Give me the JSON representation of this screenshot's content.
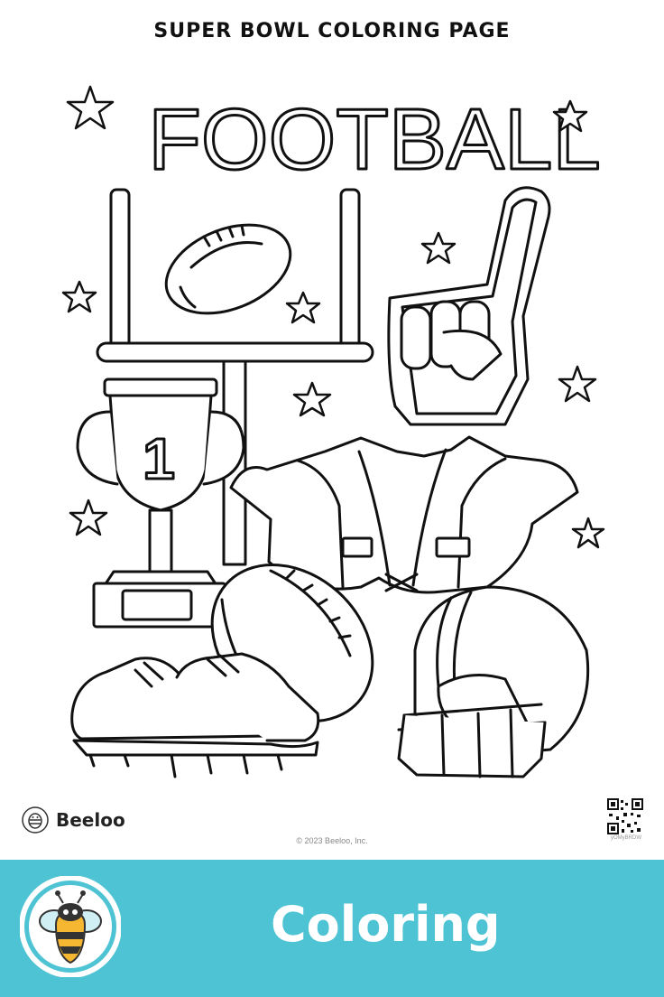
{
  "header": {
    "title": "SUPER BOWL COLORING PAGE"
  },
  "art": {
    "headline": "FOOTBALL",
    "trophy_number": "1"
  },
  "footer": {
    "brand_name": "Beeloo",
    "copyright": "© 2023 Beeloo, Inc.",
    "qr_code_text": "yOMyBRDW"
  },
  "banner": {
    "label": "Coloring",
    "color": "#4ec3d4"
  }
}
